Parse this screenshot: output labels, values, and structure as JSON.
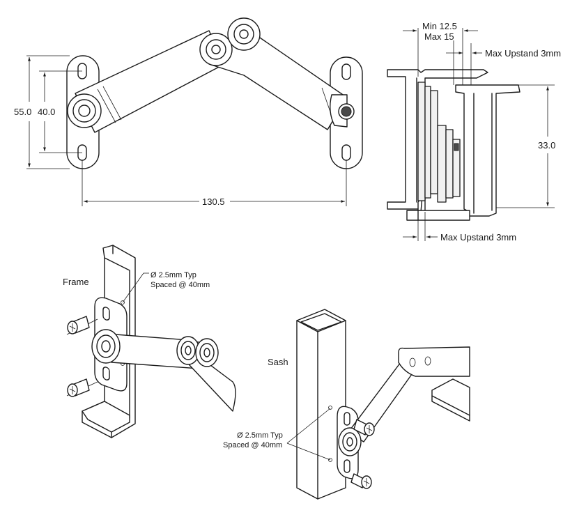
{
  "dimensions": {
    "height_outer": "55.0",
    "height_inner": "40.0",
    "length": "130.5",
    "stay_height": "33.0",
    "min_label": "Min 12.5",
    "max_label": "Max 15",
    "upstand_top": "Max Upstand 3mm",
    "upstand_bottom": "Max Upstand 3mm"
  },
  "callouts": {
    "frame_label": "Frame",
    "sash_label": "Sash",
    "frame_hole_line1": "Ø 2.5mm Typ",
    "frame_hole_line2": "Spaced @ 40mm",
    "sash_hole_line1": "Ø 2.5mm Typ",
    "sash_hole_line2": "Spaced @ 40mm"
  }
}
